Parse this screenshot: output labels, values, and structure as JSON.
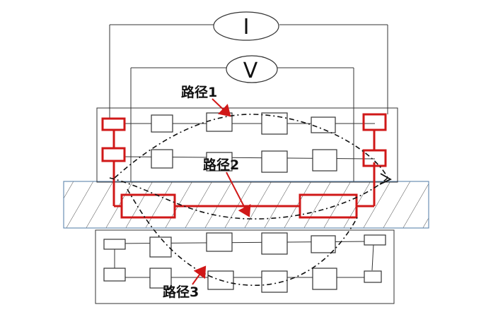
{
  "meters": [
    {
      "symbol": "I"
    },
    {
      "symbol": "V"
    }
  ],
  "paths": [
    {
      "label": "路径1"
    },
    {
      "label": "路径2"
    },
    {
      "label": "路径3"
    }
  ],
  "colors": {
    "highlight": "#d01818",
    "line": "#333333",
    "layer_border": "#6b8fb5"
  }
}
